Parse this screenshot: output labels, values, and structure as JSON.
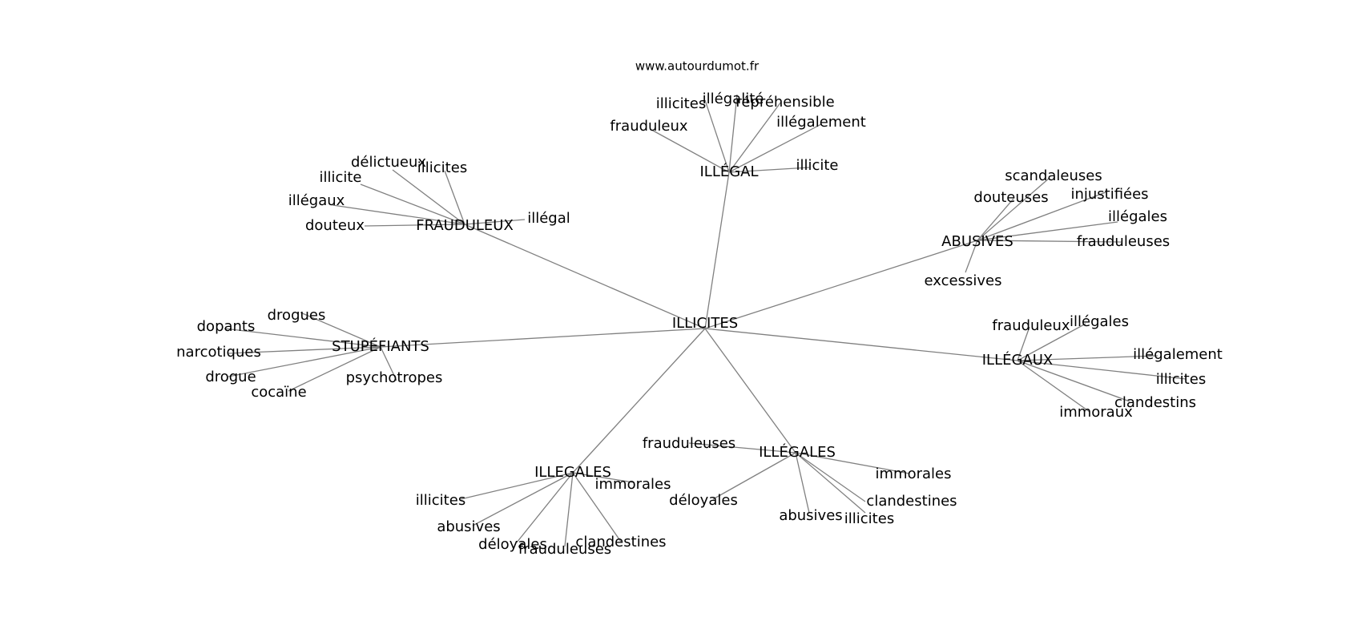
{
  "source": "www.autourdumot.fr",
  "root": {
    "label": "ILLICITES"
  },
  "hubs": [
    {
      "label": "ILLÉGAL",
      "leaves": [
        "illicites",
        "illégalité",
        "répréhensible",
        "illégalement",
        "frauduleux",
        "illicite"
      ]
    },
    {
      "label": "FRAUDULEUX",
      "leaves": [
        "délictueux",
        "illicites",
        "illicite",
        "illégaux",
        "douteux",
        "illégal"
      ]
    },
    {
      "label": "ABUSIVES",
      "leaves": [
        "scandaleuses",
        "douteuses",
        "injustifiées",
        "illégales",
        "frauduleuses",
        "excessives"
      ]
    },
    {
      "label": "STUPÉFIANTS",
      "leaves": [
        "drogues",
        "dopants",
        "narcotiques",
        "drogue",
        "cocaïne",
        "psychotropes"
      ]
    },
    {
      "label": "ILLÉGAUX",
      "leaves": [
        "frauduleux",
        "illégales",
        "illégalement",
        "illicites",
        "clandestins",
        "immoraux"
      ]
    },
    {
      "label": "ILLÉGALES",
      "leaves": [
        "frauduleuses",
        "immorales",
        "déloyales",
        "clandestines",
        "abusives",
        "illicites"
      ]
    },
    {
      "label": "ILLEGALES",
      "leaves": [
        "immorales",
        "illicites",
        "abusives",
        "déloyales",
        "frauduleuses",
        "clandestines"
      ]
    }
  ]
}
